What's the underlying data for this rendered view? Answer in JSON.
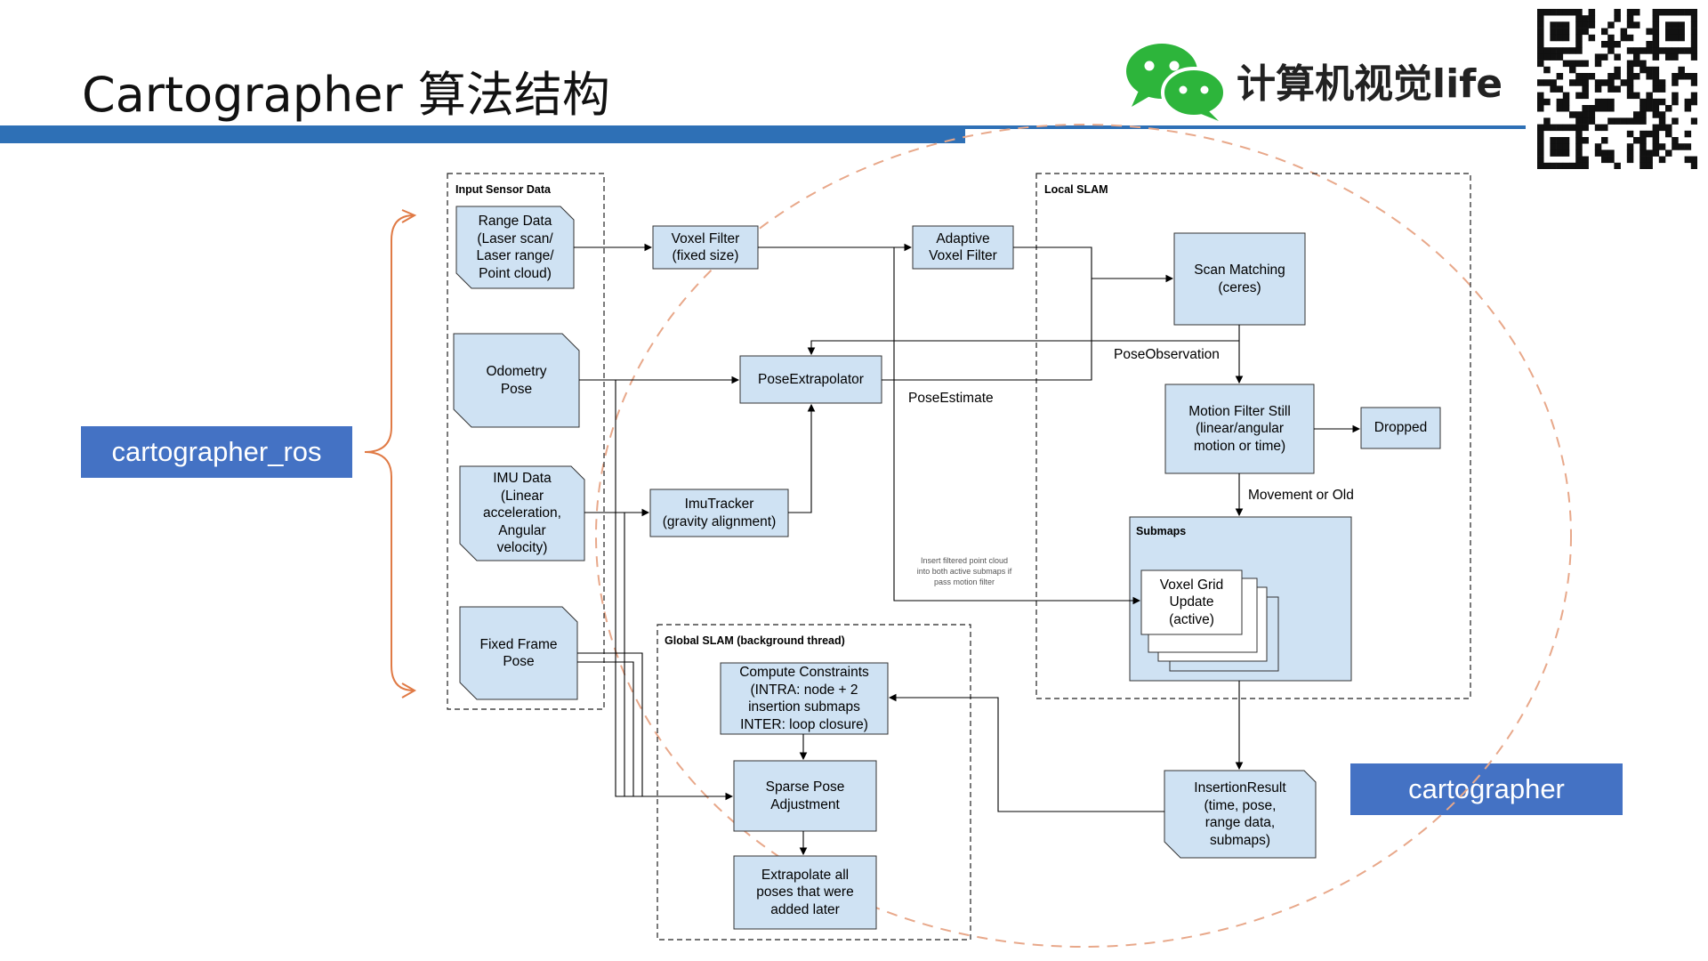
{
  "slide": {
    "title": "Cartographer 算法结构",
    "brand": "计算机视觉life",
    "tag_ros": "cartographer_ros",
    "tag_cartographer": "cartographer"
  },
  "groups": {
    "input_sensor": "Input Sensor Data",
    "local_slam": "Local SLAM",
    "global_slam": "Global SLAM (background thread)",
    "submaps": "Submaps"
  },
  "nodes": {
    "range_data": "Range Data\n(Laser scan/\nLaser range/\nPoint cloud)",
    "odometry": "Odometry\nPose",
    "imu": "IMU Data\n(Linear\nacceleration,\nAngular\nvelocity)",
    "fixed_frame": "Fixed Frame\nPose",
    "voxel_filter": "Voxel Filter\n(fixed size)",
    "adaptive_voxel": "Adaptive\nVoxel Filter",
    "pose_extrapolator": "PoseExtrapolator",
    "imu_tracker": "ImuTracker\n(gravity alignment)",
    "scan_matching": "Scan Matching\n(ceres)",
    "motion_filter": "Motion Filter Still\n(linear/angular\nmotion or time)",
    "dropped": "Dropped",
    "voxel_grid": "Voxel Grid\nUpdate\n(active)",
    "compute_constraints": "Compute Constraints\n(INTRA: node + 2\ninsertion submaps\nINTER: loop closure)",
    "sparse_pose": "Sparse Pose\nAdjustment",
    "extrapolate": "Extrapolate all\nposes that were\nadded later",
    "insertion_result": "InsertionResult\n(time, pose,\nrange data,\nsubmaps)"
  },
  "edge_labels": {
    "pose_observation": "PoseObservation",
    "pose_estimate": "PoseEstimate",
    "movement_or_old": "Movement or Old",
    "insert_note": "Insert filtered point cloud\ninto both active submaps if\npass motion filter"
  },
  "colors": {
    "accent_blue": "#4472c4",
    "bar_blue": "#2e70b6",
    "node_fill": "#cfe2f3",
    "dashed_ellipse": "#e8a88a",
    "brace": "#e07a45"
  }
}
